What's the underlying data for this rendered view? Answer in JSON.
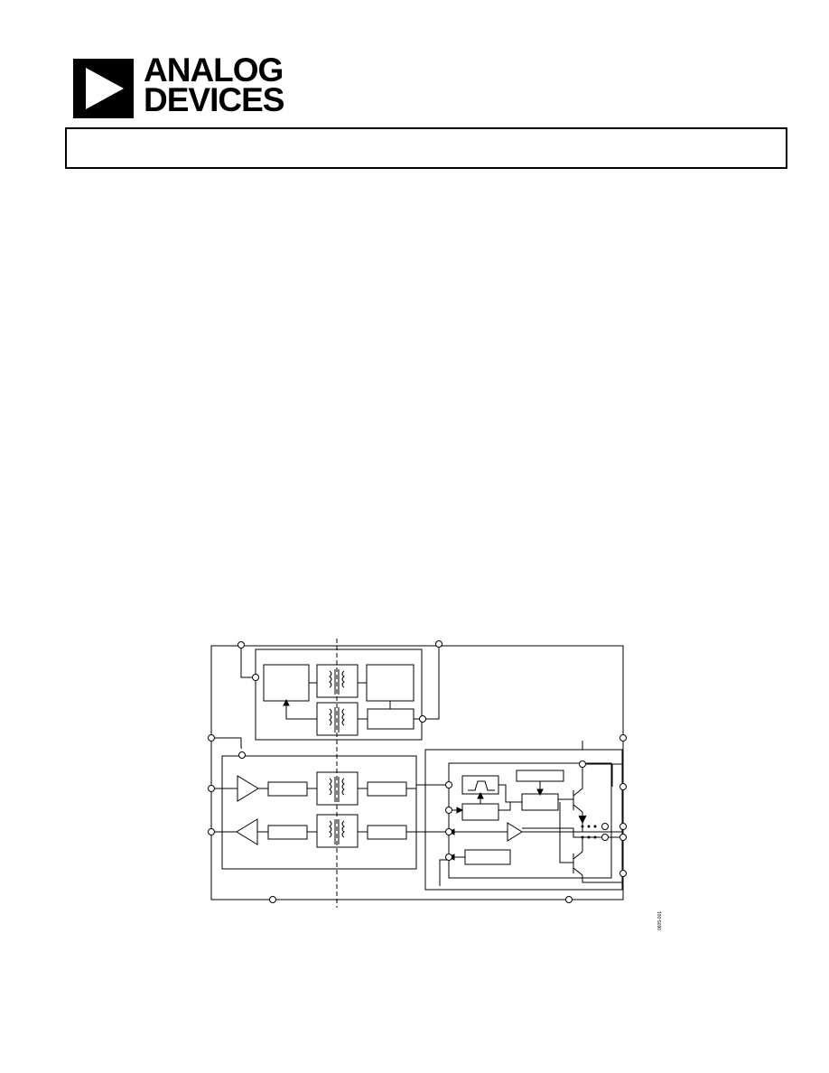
{
  "brand": {
    "name_line1": "ANALOG",
    "name_line2": "DEVICES"
  },
  "title_box": {
    "text": ""
  },
  "diagram": {
    "figure_code": "0605-001"
  }
}
